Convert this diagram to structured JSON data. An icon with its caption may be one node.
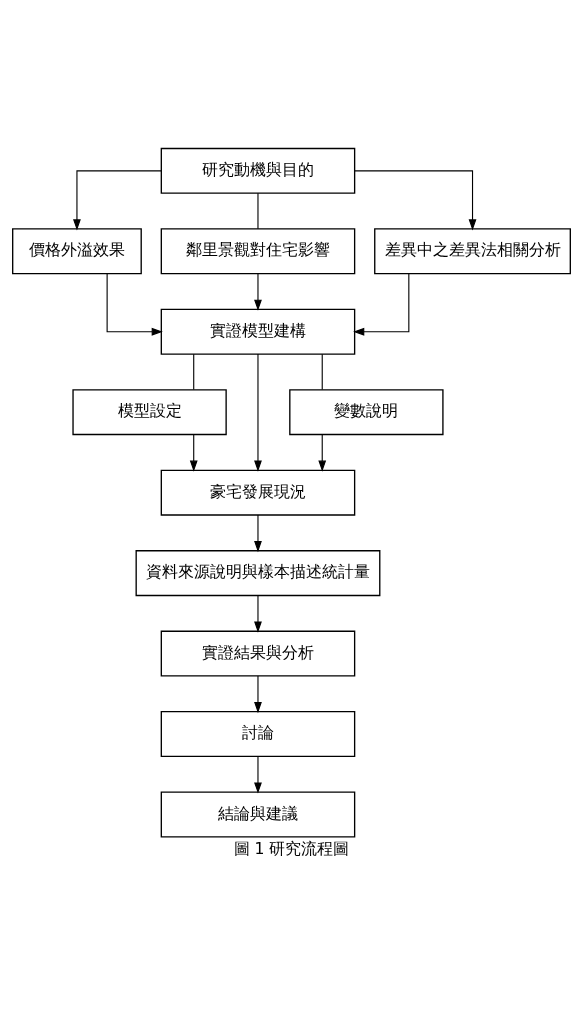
{
  "diagram": {
    "caption": "圖 1 研究流程圖",
    "nodes": [
      {
        "text": [
          "研究動機與目的"
        ]
      },
      {
        "text": [
          "價格外溢效果"
        ]
      },
      {
        "text": [
          "鄰里景觀對住宅影響"
        ]
      },
      {
        "text": [
          "差異中之差異法相關分析"
        ]
      },
      {
        "text": [
          "實證模型建構"
        ]
      },
      {
        "text": [
          "模型設定"
        ]
      },
      {
        "text": [
          "變數說明"
        ]
      },
      {
        "text": [
          "豪宅發展現況"
        ]
      },
      {
        "text": [
          "資料來源說明與樣本描述統計量"
        ]
      },
      {
        "text": [
          "實證結果與分析"
        ]
      },
      {
        "text": [
          "討論"
        ]
      },
      {
        "text": [
          "結論與建議"
        ]
      }
    ],
    "edges": [
      {
        "from": 0,
        "to": 1,
        "arrow": "to"
      },
      {
        "from": 0,
        "to": 2,
        "arrow": "none"
      },
      {
        "from": 0,
        "to": 3,
        "arrow": "to"
      },
      {
        "from": 1,
        "to": 4,
        "arrow": "to"
      },
      {
        "from": 2,
        "to": 4,
        "arrow": "to"
      },
      {
        "from": 3,
        "to": 4,
        "arrow": "to"
      },
      {
        "from": 4,
        "to": 5,
        "arrow": "none"
      },
      {
        "from": 4,
        "to": 7,
        "arrow": "to"
      },
      {
        "from": 4,
        "to": 6,
        "arrow": "none"
      },
      {
        "from": 5,
        "to": 7,
        "arrow": "to"
      },
      {
        "from": 6,
        "to": 7,
        "arrow": "to"
      },
      {
        "from": 7,
        "to": 8,
        "arrow": "to"
      },
      {
        "from": 8,
        "to": 9,
        "arrow": "to"
      },
      {
        "from": 9,
        "to": 10,
        "arrow": "to"
      },
      {
        "from": 10,
        "to": 11,
        "arrow": "to"
      }
    ]
  }
}
